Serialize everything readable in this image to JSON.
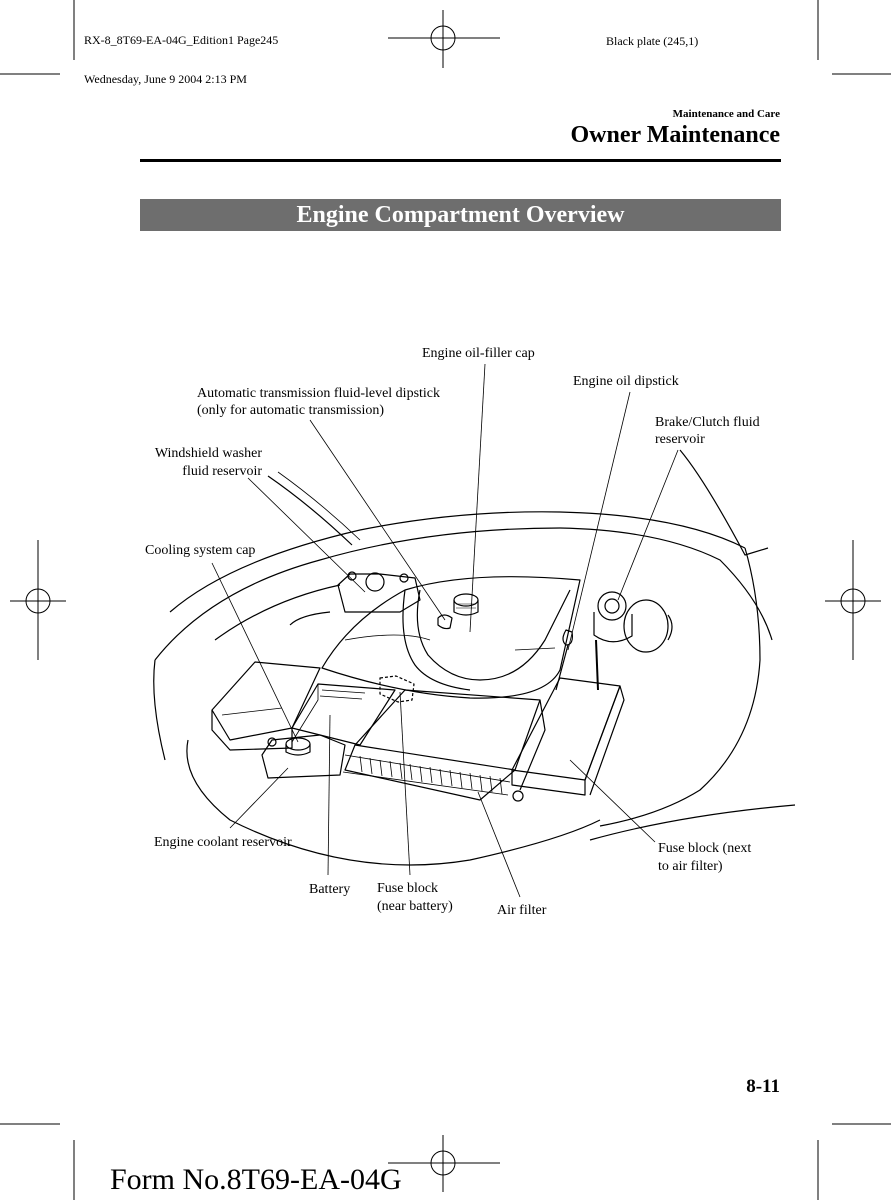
{
  "print_header": {
    "line1": "RX-8_8T69-EA-04G_Edition1 Page245",
    "line2": "Wednesday, June 9 2004 2:13 PM",
    "plate": "Black plate (245,1)"
  },
  "header": {
    "section": "Maintenance and Care",
    "chapter": "Owner Maintenance"
  },
  "banner_title": "Engine Compartment Overview",
  "callouts": {
    "oil_filler_cap": "Engine oil-filler cap",
    "atf_dipstick_1": "Automatic transmission fluid-level dipstick",
    "atf_dipstick_2": "(only for automatic transmission)",
    "oil_dipstick": "Engine oil dipstick",
    "brake_clutch_1": "Brake/Clutch fluid",
    "brake_clutch_2": "reservoir",
    "washer_1": "Windshield washer",
    "washer_2": "fluid reservoir",
    "cooling_cap": "Cooling system cap",
    "coolant_reservoir": "Engine coolant reservoir",
    "battery": "Battery",
    "fuse_battery_1": "Fuse block",
    "fuse_battery_2": "(near battery)",
    "air_filter": "Air filter",
    "fuse_air_1": "Fuse block (next",
    "fuse_air_2": "to air filter)"
  },
  "page_number": "8-11",
  "form_number": "Form No.8T69-EA-04G"
}
